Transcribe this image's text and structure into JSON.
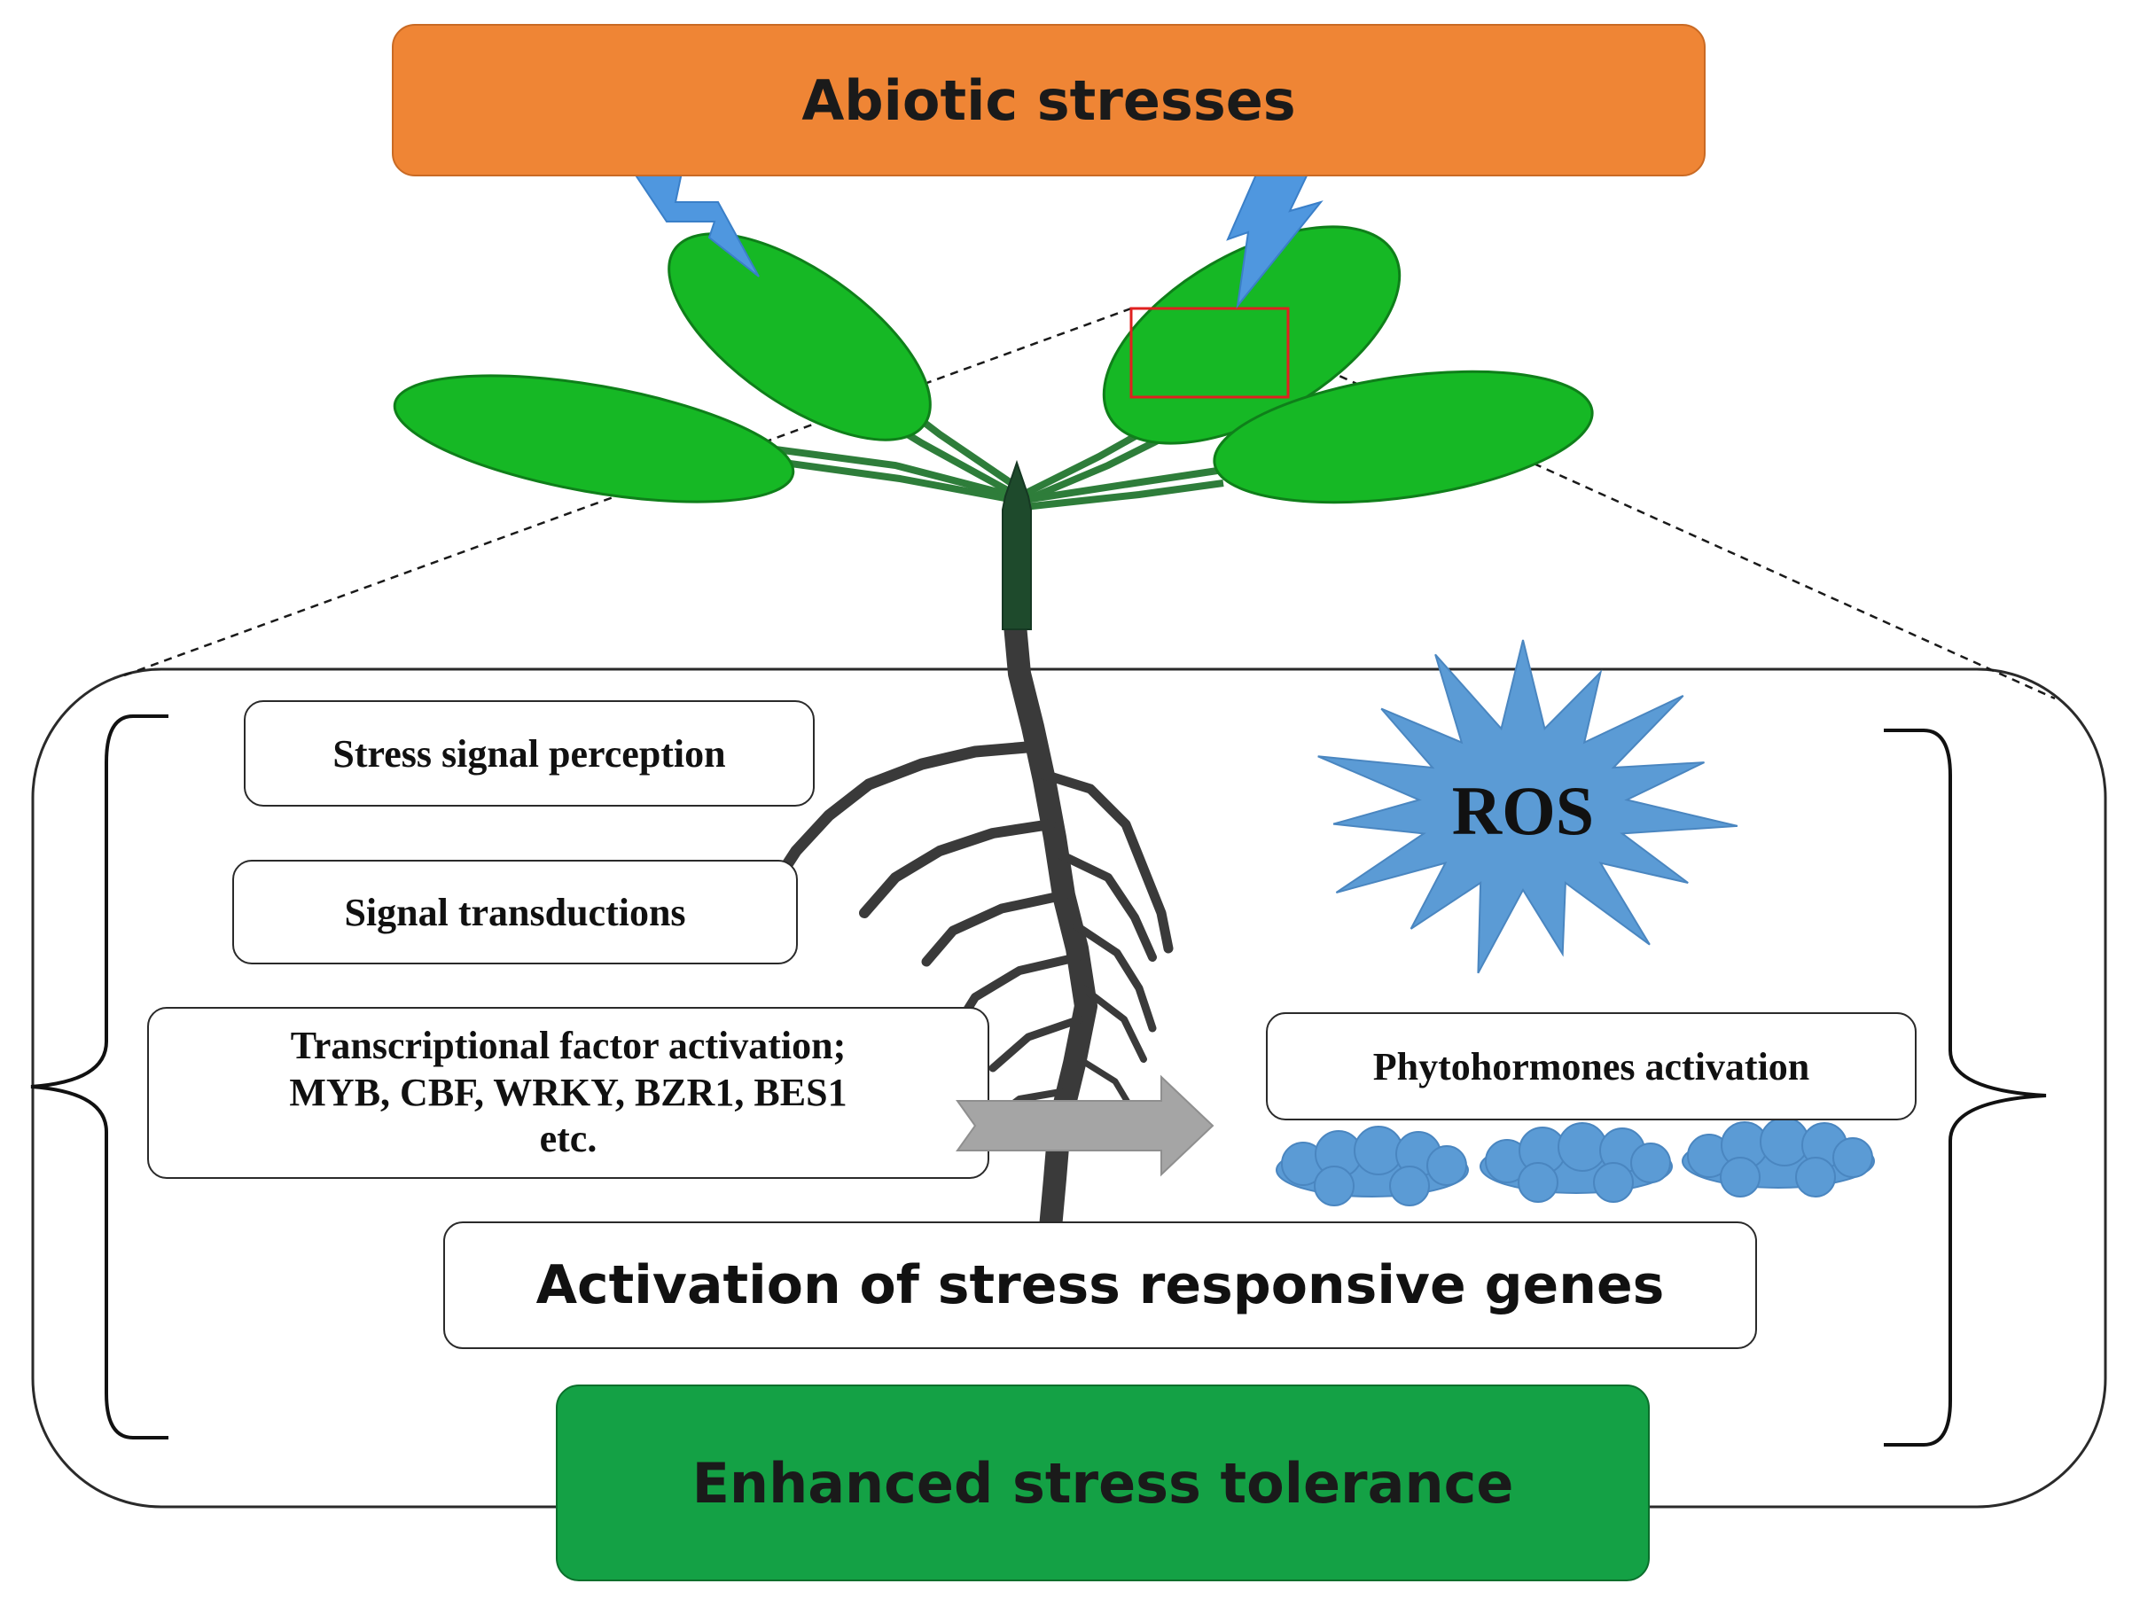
{
  "diagram": {
    "top_label": "Abiotic stresses",
    "steps": {
      "perception": "Stress signal perception",
      "transduction": "Signal transductions",
      "tf_line1": "Transcriptional factor activation;",
      "tf_line2": "MYB, CBF, WRKY,  BZR1, BES1",
      "tf_line3": "etc."
    },
    "ros": "ROS",
    "phytohormones": "Phytohormones activation",
    "genes": "Activation of stress responsive genes",
    "outcome": "Enhanced stress tolerance"
  },
  "colors": {
    "stress_box": "#ef8535",
    "leaf": "#16b825",
    "stem": "#1e4a2c",
    "root": "#3a3a3a",
    "lightning": "#4f97df",
    "ros_star": "#5b9bd5",
    "clouds": "#5b9bd5",
    "arrow": "#a5a5a5",
    "outcome_box": "#14a145",
    "zoom_square": "#e02020"
  }
}
